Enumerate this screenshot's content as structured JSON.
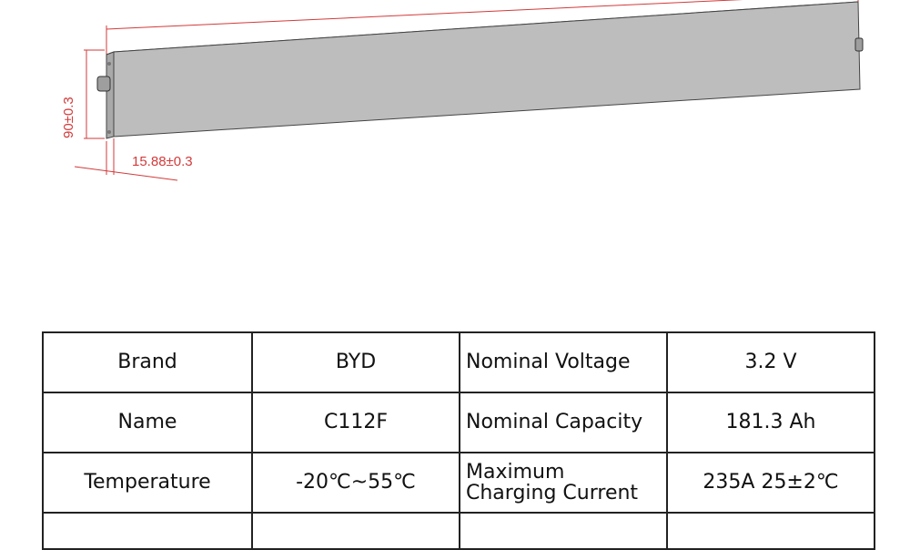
{
  "drawing": {
    "height_dimension": "90±0.3",
    "width_dimension": "15.88±0.3",
    "colors": {
      "dimension": "#d33a3a",
      "cell_body": "#bdbdbd",
      "outline": "#444444"
    }
  },
  "spec_table": {
    "rows": [
      {
        "label1": "Brand",
        "value1": "BYD",
        "label2": "Nominal Voltage",
        "value2": "3.2 V"
      },
      {
        "label1": "Name",
        "value1": "C112F",
        "label2": "Nominal Capacity",
        "value2": "181.3 Ah"
      },
      {
        "label1": "Temperature",
        "value1": "-20℃~55℃",
        "label2_line1": "Maximum",
        "label2_line2": "Charging Current",
        "value2": "235A 25±2℃"
      }
    ]
  }
}
